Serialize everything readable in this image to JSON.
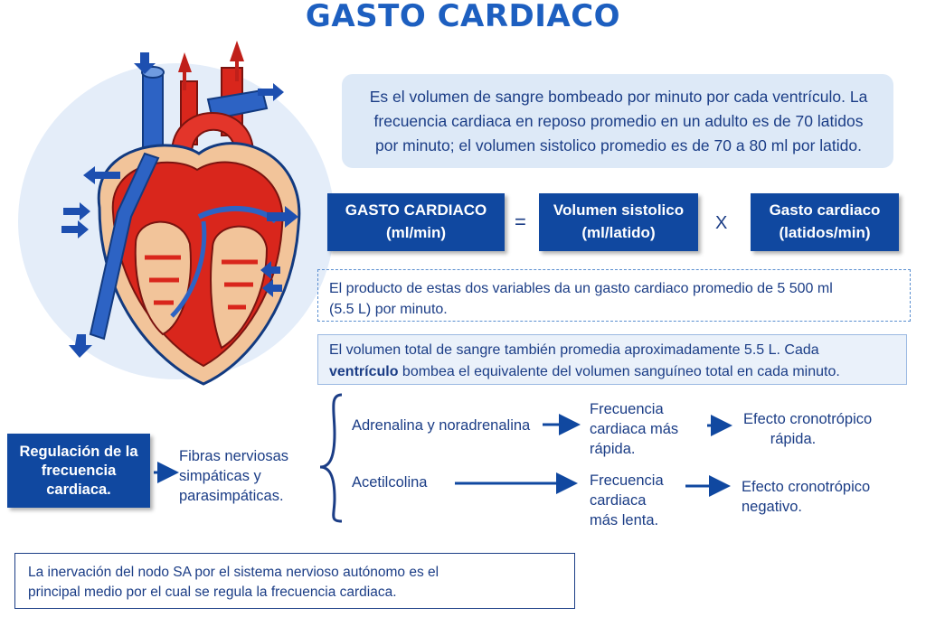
{
  "title": "GASTO CARDIACO",
  "intro": "Es el volumen de sangre bombeado por minuto por cada ventrículo. La frecuencia cardiaca en reposo promedio en un adulto es de 70 latidos por minuto; el volumen sistolico promedio es de 70 a 80 ml por latido.",
  "formula": {
    "term1_line1": "GASTO CARDIACO",
    "term1_line2": "(ml/min)",
    "equals": "=",
    "term2_line1": "Volumen sistolico",
    "term2_line2": "(ml/latido)",
    "times": "X",
    "term3_line1": "Gasto cardiaco",
    "term3_line2": "(latidos/min)"
  },
  "product_text_line1": "El producto de estas dos variables da un gasto cardiaco promedio de 5 500 ml",
  "product_text_line2": "(5.5 L) por minuto.",
  "volume_text_part1": "El volumen total de sangre también promedia aproximadamente 5.5 L. Cada",
  "volume_text_bold": "ventrículo",
  "volume_text_part2": " bombea el equivalente del volumen sanguíneo total en cada minuto.",
  "regulation": {
    "box_line1": "Regulación de la",
    "box_line2": "frecuencia",
    "box_line3": "cardiaca.",
    "fibers_line1": "Fibras nerviosas",
    "fibers_line2": "simpáticas y",
    "fibers_line3": "parasimpáticas.",
    "branch1_label": "Adrenalina y noradrenalina",
    "branch1_result_line1": "Frecuencia",
    "branch1_result_line2": "cardiaca más",
    "branch1_result_line3": "rápida.",
    "branch1_effect_line1": "Efecto cronotrópico",
    "branch1_effect_line2": "rápida.",
    "branch2_label": "Acetilcolina",
    "branch2_result_line1": "Frecuencia",
    "branch2_result_line2": "cardiaca",
    "branch2_result_line3": "más lenta.",
    "branch2_effect_line1": "Efecto cronotrópico",
    "branch2_effect_line2": "negativo."
  },
  "note_line1": "La inervación del nodo SA por el sistema nervioso autónomo es el",
  "note_line2": "principal medio por el cual se regula la frecuencia cardiaca.",
  "colors": {
    "accent": "#1048a0",
    "title": "#1d5fc0",
    "text": "#1b3d86",
    "panel": "#dde9f7",
    "heart_red": "#d9261c",
    "vessel_blue": "#2d63c4"
  },
  "icons": [
    "heart-illustration",
    "arrow-right-icon",
    "curly-brace-icon"
  ]
}
